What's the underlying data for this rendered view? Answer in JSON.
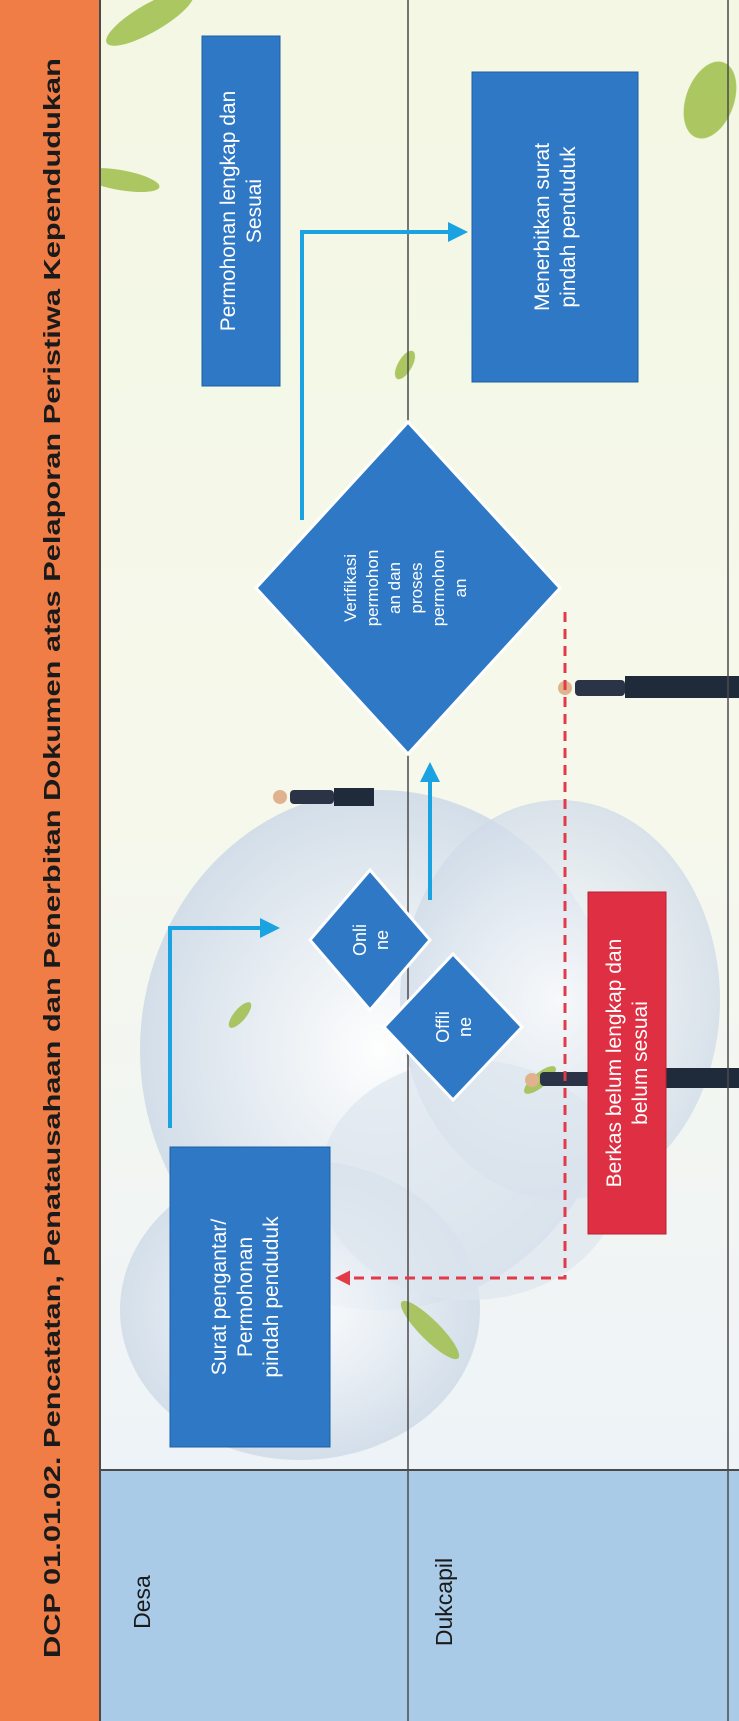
{
  "title": "DCP 01.01.02. Pencatatan, Penatausahaan dan Penerbitan Dokumen atas Pelaporan Peristiwa Kependudukan",
  "lanes": {
    "desa": "Desa",
    "dukcapil": "Dukcapil"
  },
  "boxes": {
    "surat": [
      "Surat pengantar/",
      "Permohonan",
      "pindah penduduk"
    ],
    "lengkap": [
      "Permohonan lengkap dan",
      "Sesuai"
    ],
    "terbit": [
      "Menerbitkan surat",
      "pindah penduduk"
    ],
    "berkas": [
      "Berkas belum lengkap dan",
      "belum sesuai"
    ]
  },
  "decisions": {
    "online": [
      "Onli",
      "ne"
    ],
    "offline": [
      "Offli",
      "ne"
    ],
    "verifikasi": [
      "Verifikasi",
      "permohon",
      "an dan",
      "proses",
      "permohon",
      "an"
    ]
  },
  "colors": {
    "header": "#ef7d45",
    "lane": "#a9cbe8",
    "box": "#2e78c5",
    "arrow": "#1aa3e0",
    "reject": "#df2f42",
    "reject_line": "#e23a48"
  }
}
